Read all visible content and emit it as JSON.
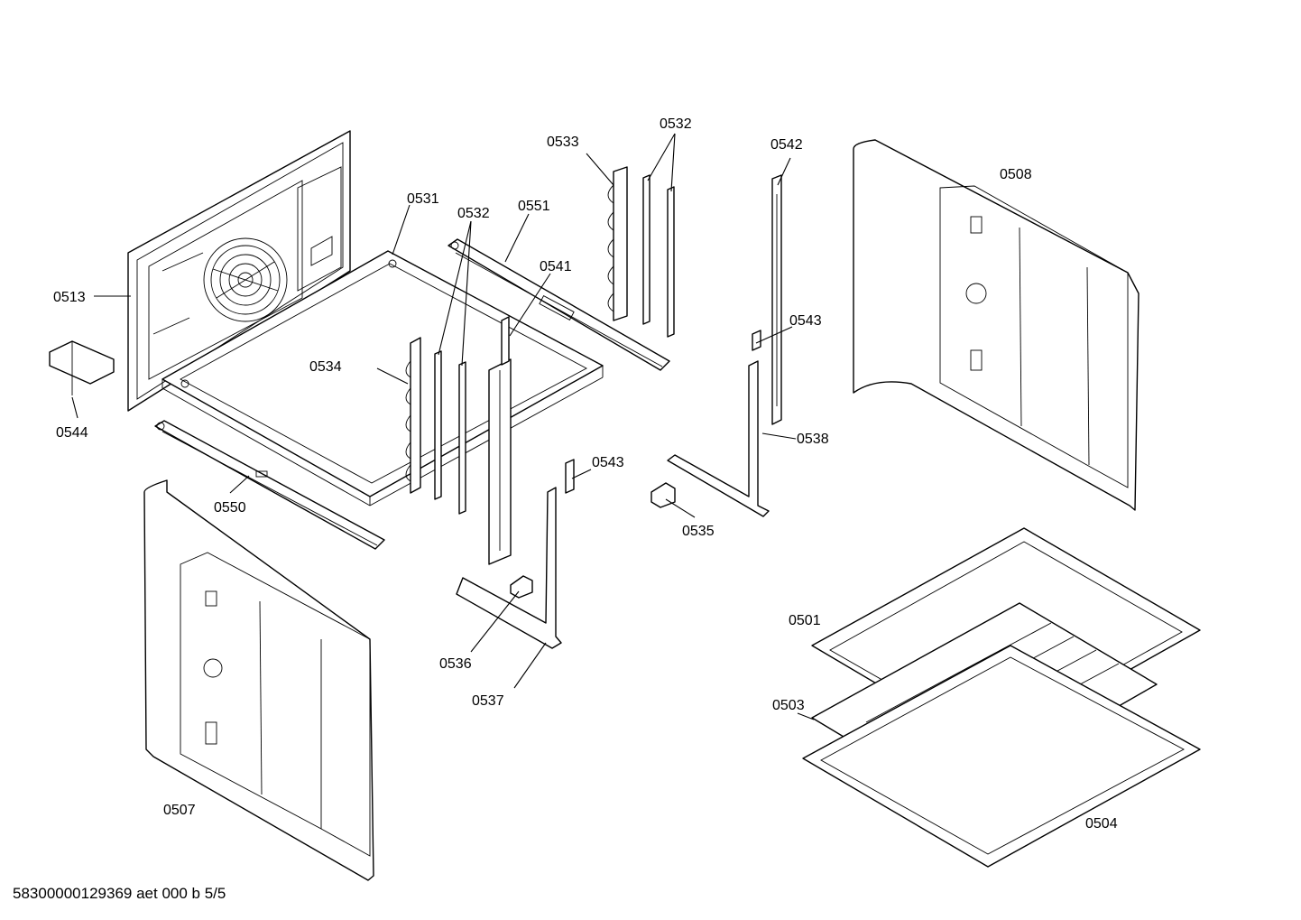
{
  "labels": {
    "l0513": "0513",
    "l0544": "0544",
    "l0550": "0550",
    "l0507": "0507",
    "l0531": "0531",
    "l0532a": "0532",
    "l0551": "0551",
    "l0541": "0541",
    "l0534": "0534",
    "l0533": "0533",
    "l0532b": "0532",
    "l0542": "0542",
    "l0543a": "0543",
    "l0538": "0538",
    "l0543b": "0543",
    "l0535": "0535",
    "l0536": "0536",
    "l0537": "0537",
    "l0508": "0508",
    "l0501": "0501",
    "l0503": "0503",
    "l0504": "0504"
  },
  "footer": "58300000129369 aet 000 b 5/5"
}
